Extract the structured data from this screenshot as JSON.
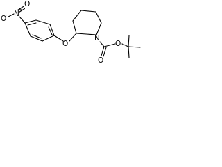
{
  "molecule": {
    "atoms": {
      "nitro_nitrogen": "N",
      "nitro_nitrogen_charge": "+",
      "nitro_oxygen_top": "O",
      "nitro_oxygen_left": "O",
      "nitro_oxygen_left_charge": "-",
      "ether_oxygen": "O",
      "ring_nitrogen": "N",
      "carbamate_oxygen_single": "O",
      "carbamate_oxygen_double": "O"
    }
  },
  "colors": {
    "bond": "#000000",
    "label": "#000000",
    "background": "#ffffff"
  }
}
